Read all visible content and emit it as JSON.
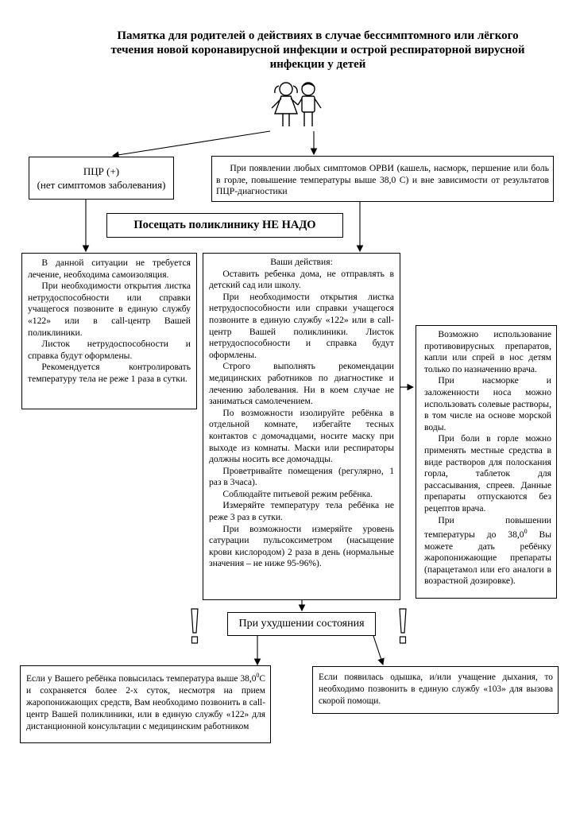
{
  "title": "Памятка для родителей о действиях в случае бессимптомного или лёгкого течения новой коронавирусной инфекции и острой респираторной вирусной инфекции у детей",
  "icons": {
    "kids": "children-icon",
    "warning": "exclamation-icon"
  },
  "pcr_box": {
    "line1": "ПЦР (+)",
    "line2": "(нет симптомов заболевания)"
  },
  "symptoms_box": {
    "text": "При появлении любых симптомов ОРВИ (кашель, насморк, першение или боль в горле, повышение температуры выше 38,0 С) и вне зависимости от результатов ПЦР-диагностики"
  },
  "no_clinic": {
    "text": "Посещать поликлинику НЕ НАДО"
  },
  "left_box": {
    "p1": "В данной ситуации не требуется лечение, необходима самоизоляция.",
    "p2": "При необходимости открытия листка нетрудоспособности или справки учащегося позвоните в единую службу «122» или в call-центр Вашей поликлиники.",
    "p3": "Листок нетрудоспособности и справка будут оформлены.",
    "p4": "Рекомендуется контролировать температуру тела не реже 1 раза в сутки."
  },
  "middle_box": {
    "heading": "Ваши действия:",
    "p1": "Оставить ребенка дома, не отправлять в детский сад или школу.",
    "p2": "При необходимости открытия листка нетрудоспособности или справки учащегося позвоните в единую службу «122» или в call-центр Вашей поликлиники. Листок нетрудоспособности и справка будут оформлены.",
    "p3": "Строго выполнять рекомендации медицинских работников по диагностике и лечению заболевания. Ни в коем случае не заниматься самолечением.",
    "p4": "По возможности изолируйте ребёнка в отдельной комнате, избегайте тесных контактов с домочадцами, носите маску при выходе из комнаты. Маски или респираторы должны носить все домочадцы.",
    "p5": "Проветривайте помещения (регулярно, 1 раз в 3часа).",
    "p6": "Соблюдайте питьевой режим ребёнка.",
    "p7": "Измеряйте температуру тела ребёнка не реже 3 раз в сутки.",
    "p8": "При возможности измеряйте уровень сатурации пульсоксиметром (насыщение крови кислородом) 2 раза в день (нормальные значения – не ниже 95-96%)."
  },
  "right_box": {
    "p1": "Возможно использование противовирусных препаратов, капли или спрей в нос детям только по назначению врача.",
    "p2": "При насморке и заложенности носа можно использовать солевые растворы, в том числе на основе морской воды.",
    "p3": "При боли в горле можно применять местные средства в виде растворов для полоскания горла, таблеток для рассасывания, спреев. Данные препараты отпускаются без рецептов врача.",
    "p4_before": "При повышении температуры до 38,0",
    "p4_sup": "0",
    "p4_after": " Вы можете дать ребёнку жаропонижающие препараты (парацетамол или его аналоги в возрастной дозировке)."
  },
  "worsening": {
    "text": "При ухудшении состояния"
  },
  "bottom_left": {
    "before": "Если у Вашего ребёнка повысилась температура выше 38,0",
    "sup": "0",
    "after": "С и сохраняется более 2-х суток, несмотря на прием жаропонижающих средств, Вам необходимо позвонить в call-центр Вашей поликлиники, или в единую службу «122» для дистанционной консультации с медицинским работником"
  },
  "bottom_right": {
    "text": "Если появилась одышка, и/или учащение дыхания, то необходимо позвонить в единую службу «103» для вызова скорой помощи."
  }
}
